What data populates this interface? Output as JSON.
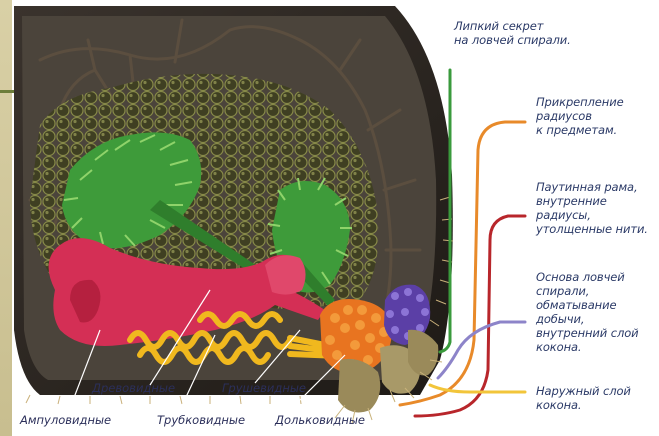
{
  "right_labels": [
    {
      "id": "sticky",
      "text": "Липкий секрет\nна ловчей спирали."
    },
    {
      "id": "attach",
      "text": "Прикрепление\nрадиусов\nк предметам."
    },
    {
      "id": "frame",
      "text": "Паутинная рама,\nвнутренние радиусы,\nутолщенные нити."
    },
    {
      "id": "base",
      "text": "Основа ловчей\nспирали,\nобматывание добычи,\nвнутренний слой\nкокона."
    },
    {
      "id": "outer",
      "text": "Наружный слой\nкокона."
    }
  ],
  "bottom_labels": [
    {
      "id": "ampullate",
      "text": "Ампуловидные"
    },
    {
      "id": "arborescent",
      "text": "Древовидные"
    },
    {
      "id": "tubuliform",
      "text": "Трубковидные"
    },
    {
      "id": "piriform",
      "text": "Грушевидные"
    },
    {
      "id": "lobate",
      "text": "Дольковидные"
    }
  ],
  "line_colors": {
    "green": "#3a9a3c",
    "orange": "#e88a2a",
    "red": "#b8262b",
    "purple": "#8d84c9",
    "yellow": "#f2c53a"
  }
}
